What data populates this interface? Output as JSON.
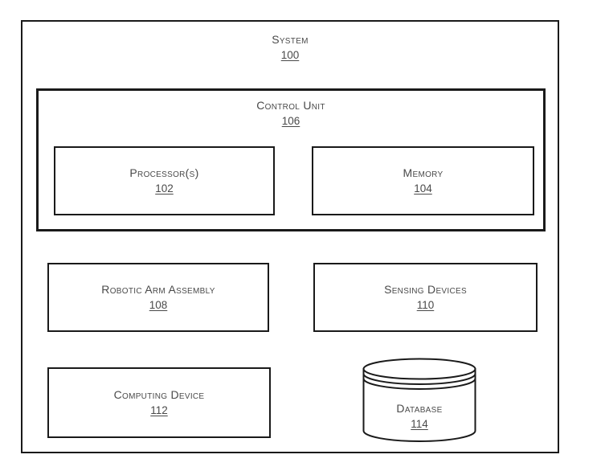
{
  "colors": {
    "line": "#1a1a1a",
    "text": "#4a4a4a",
    "background": "#ffffff"
  },
  "diagram": {
    "system": {
      "label": "System",
      "ref": "100"
    },
    "control_unit": {
      "label": "Control Unit",
      "ref": "106"
    },
    "processors": {
      "label": "Processor(s)",
      "ref": "102"
    },
    "memory": {
      "label": "Memory",
      "ref": "104"
    },
    "robotic_arm_assembly": {
      "label": "Robotic Arm Assembly",
      "ref": "108"
    },
    "sensing_devices": {
      "label": "Sensing Devices",
      "ref": "110"
    },
    "computing_device": {
      "label": "Computing Device",
      "ref": "112"
    },
    "database": {
      "label": "Database",
      "ref": "114"
    }
  }
}
